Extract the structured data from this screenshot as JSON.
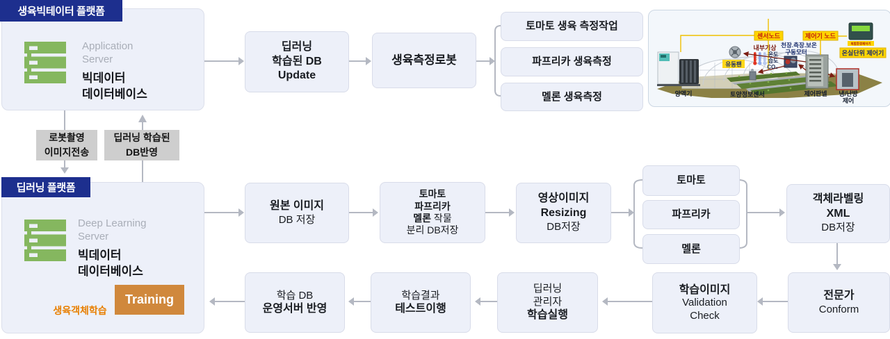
{
  "platform_growth": {
    "badge": "생육빅테이터 플랫폼",
    "server_type_line1": "Application",
    "server_type_line2": "Server",
    "server_name_line1": "빅데이터",
    "server_name_line2": "데이터베이스"
  },
  "transfer": {
    "robot_upload_line1": "로봇촬영",
    "robot_upload_line2": "이미지전송",
    "db_apply_line1": "딥러닝 학습된",
    "db_apply_line2": "DB반영"
  },
  "platform_deep": {
    "badge": "딥러닝 플랫폼",
    "server_type_line1": "Deep Learning",
    "server_type_line2": "Server",
    "server_name_line1": "빅데이터",
    "server_name_line2": "데이터베이스",
    "training": "Training",
    "training_note": "생육객체학습"
  },
  "top_flow": {
    "db_update_line1": "딥러닝",
    "db_update_line2": "학습된 DB",
    "db_update_line3": "Update",
    "robot": "생육측정로봇",
    "task1": "토마토 생육 측정작업",
    "task2": "파프리카 생육측정",
    "task3": "멜론 생육측정"
  },
  "mid_flow": {
    "original_line1": "원본 이미지",
    "original_line2": "DB 저장",
    "separate_line1": "토마토",
    "separate_line2": "파프리카",
    "separate_line3_bold": "멜론",
    "separate_line3_rest": " 작물",
    "separate_line4": "분리 DB저장",
    "resize_line1": "영상이미지",
    "resize_line2": "Resizing",
    "resize_line3": "DB저장",
    "crop1": "토마토",
    "crop2": "파프리카",
    "crop3": "멜론",
    "xml_line1": "객체라벨링",
    "xml_line2": "XML",
    "xml_line3": "DB저장"
  },
  "bottom_flow": {
    "deploy_line1": "학습 DB",
    "deploy_line2": "운영서버 반영",
    "test_line1": "학습결과",
    "test_line2": "테스트이행",
    "run_line1": "딥러닝",
    "run_line2": "관리자",
    "run_line3": "학습실행",
    "validation_line1": "학습이미지",
    "validation_line2": "Validation",
    "validation_line3": "Check",
    "conform_line1": "전문가",
    "conform_line2": "Conform"
  },
  "greenhouse": {
    "sensor_node": "센서노드",
    "controller_node": "제어기 노드",
    "unit_controller": "온실단위 제어기",
    "device_tag": "복합환경제어기",
    "indoor_weather": "내부기상",
    "motor_line1": "천장.측장.보온",
    "motor_line2": "구동모터",
    "fan": "유동팬",
    "temp": "온도",
    "humidity": "습도",
    "co2": "CO₂",
    "nutrient": "양액기",
    "soil_sensor": "토양정보센서",
    "control_panel": "제어판넬",
    "hvac_line1": "냉/난방",
    "hvac_line2": "제어"
  },
  "colors": {
    "badge_navy": "#1d2f8e",
    "box_bg": "#edf0f9",
    "server_green": "#85b75f",
    "training_orange": "#d0883c",
    "note_orange": "#e87f00",
    "label_gray": "#cecece",
    "arrow_gray": "#b4b8c2",
    "arrow_dark": "#55626c",
    "highlight_yellow": "#ffd400"
  }
}
